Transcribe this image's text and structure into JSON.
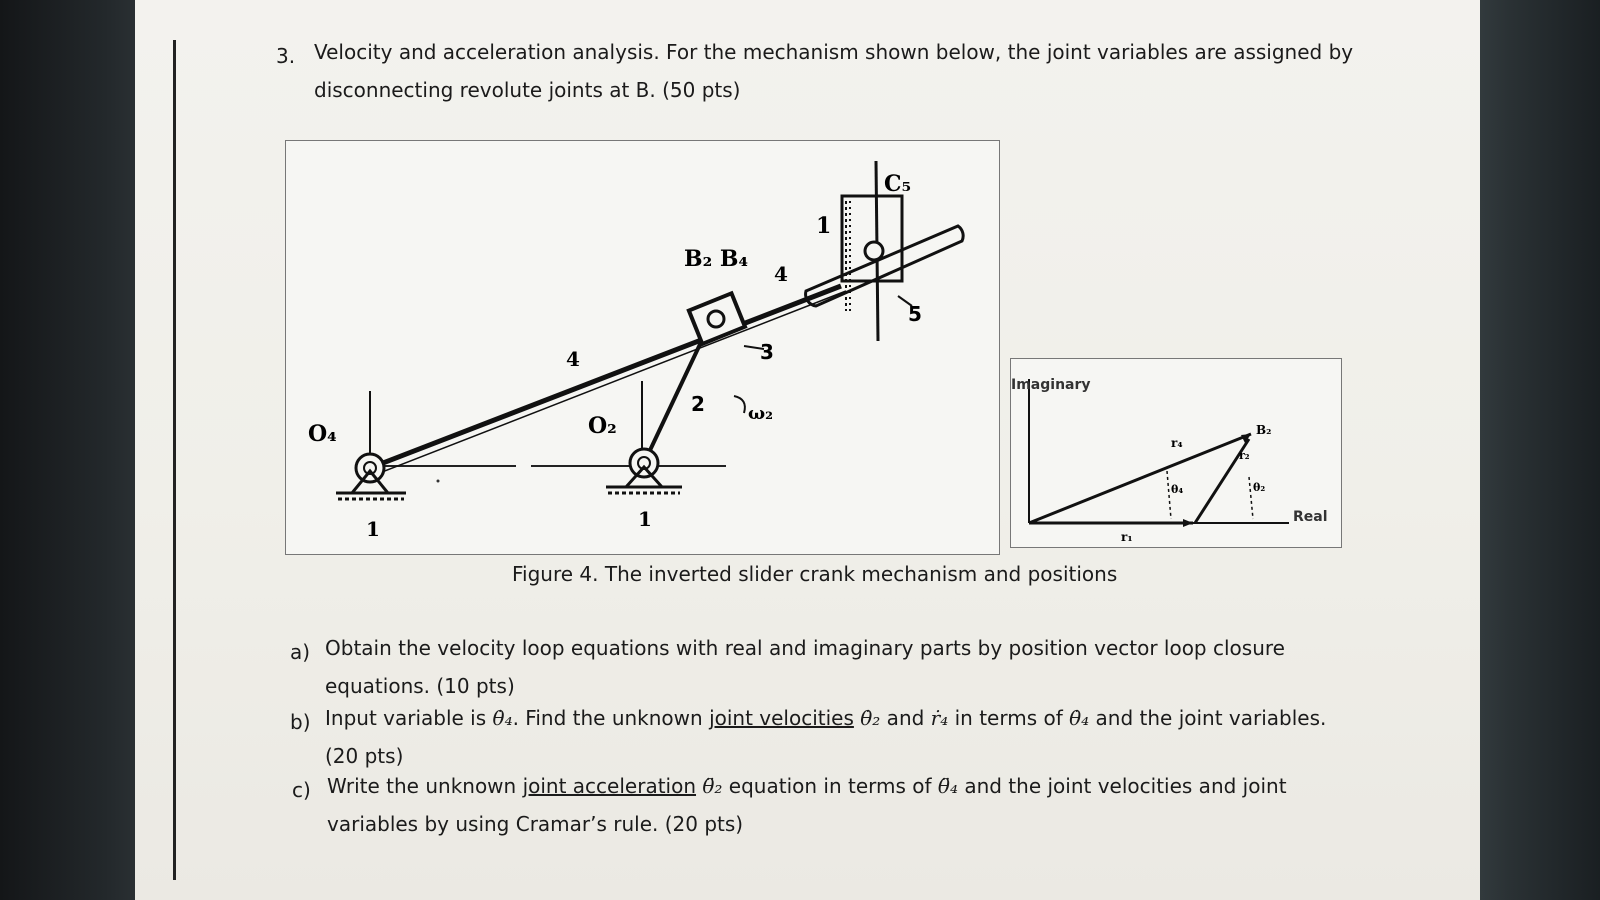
{
  "question": {
    "number": "3.",
    "line1": "Velocity and acceleration analysis. For the mechanism shown below, the joint variables are assigned by",
    "line2": "disconnecting revolute joints at B. (50 pts)"
  },
  "figure": {
    "caption": "Figure 4. The inverted slider crank mechanism and positions",
    "mechanism_labels": {
      "o4": "O₄",
      "o2": "O₂",
      "b": "B₂ B₄",
      "c5": "C₅",
      "ground_left": "1",
      "ground_mid": "1",
      "ground_top": "1",
      "link4_mid": "4",
      "link4_top": "4",
      "link3": "3",
      "link2": "2",
      "link5": "5",
      "omega": "ω₂"
    },
    "inset_labels": {
      "imaginary": "Imaginary",
      "real": "Real",
      "b2": "B₂",
      "r1": "r₁",
      "r2": "r₂",
      "r4": "r₄",
      "theta2": "θ₂",
      "theta4": "θ₄"
    }
  },
  "parts": [
    {
      "label": "a)",
      "lines": [
        "Obtain the velocity loop equations with real and imaginary parts by position vector loop closure",
        "equations. (10 pts)"
      ]
    },
    {
      "label": "b)",
      "line1_before": "Input variable is ",
      "line1_var1": "θ̇₄",
      "line1_mid": ". Find the unknown ",
      "line1_link": "joint velocities",
      "line1_space": " ",
      "line1_var2": "θ̇₂",
      "line1_and": " and ",
      "line1_var3": "ṙ₄",
      "line1_in": " in terms of ",
      "line1_var4": "θ̇₄",
      "line1_after": " and the joint variables.",
      "line2": "(20 pts)"
    },
    {
      "label": "c)",
      "line1_before": "Write the unknown ",
      "line1_link": "joint acceleration",
      "line1_space": " ",
      "line1_var1": "θ̈₂",
      "line1_mid": " equation in terms of ",
      "line1_var2": "θ̈₄",
      "line1_after": " and the joint velocities and joint",
      "line2": "variables by using Cramar’s rule. (20 pts)"
    }
  ]
}
